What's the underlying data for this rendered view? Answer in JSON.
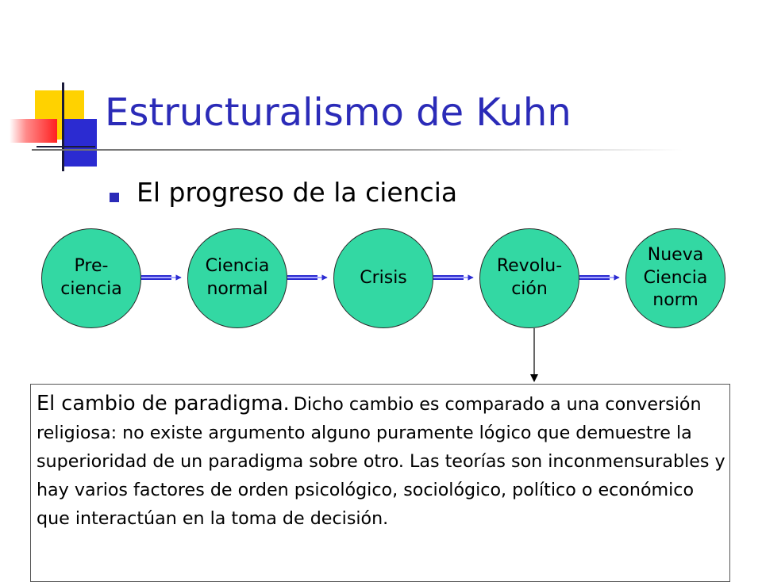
{
  "slide": {
    "title": "Estructuralismo de Kuhn",
    "bullet": "El progreso de la ciencia"
  },
  "diagram": {
    "nodes": [
      {
        "label": "Pre-\nciencia"
      },
      {
        "label": "Ciencia\nnormal"
      },
      {
        "label": "Crisis"
      },
      {
        "label": "Revolu-\nción"
      },
      {
        "label": "Nueva\nCiencia\nnorm"
      }
    ]
  },
  "textbox": {
    "lead": "El cambio de paradigma.",
    "body": "Dicho cambio es comparado a una conversión religiosa: no existe argumento alguno puramente lógico que demuestre la superioridad de un paradigma sobre otro. Las teorías son inconmensurables y hay varios factores de orden psicológico, sociológico, político o económico que interactúan en la toma de decisión."
  },
  "colors": {
    "title": "#2b2bb8",
    "node_fill": "#33d8a3",
    "arrow": "#2b2bd1",
    "logo_yellow": "#ffd200",
    "logo_blue": "#2b2bd1",
    "logo_red": "#ff2020"
  }
}
